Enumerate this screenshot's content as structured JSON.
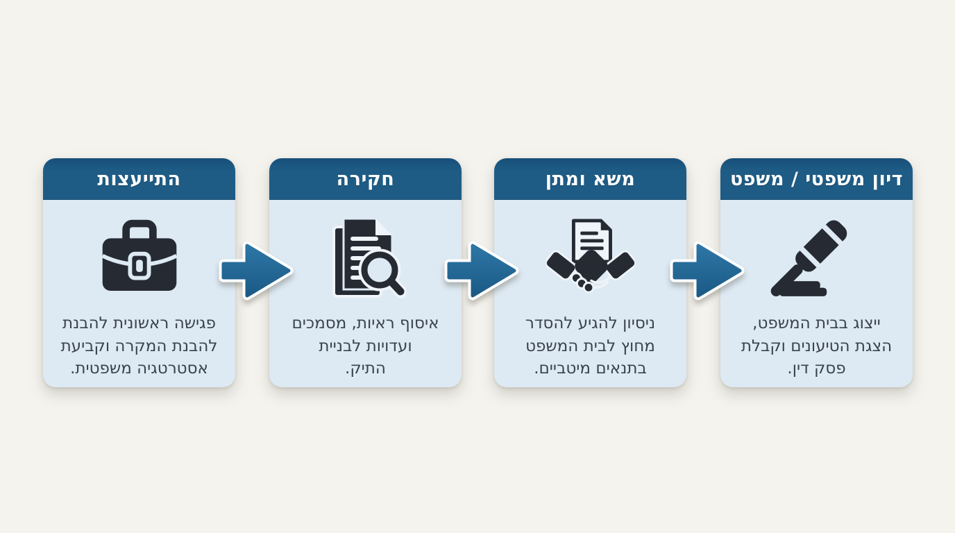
{
  "page": {
    "background_color": "#f5f3ee",
    "language": "he",
    "direction": "rtl"
  },
  "colors": {
    "header_blue": "#1e5c85",
    "card_body_blue": "#dde9f3",
    "icon_charcoal": "#262b33",
    "arrow_blue_top": "#2d76a5",
    "arrow_blue_bottom": "#1b5a86",
    "arrow_outline": "#ffffff",
    "title_text": "#ffffff",
    "description_text": "#39434f"
  },
  "diagram": {
    "type": "process-flow",
    "arrow_direction": "right",
    "stages": [
      {
        "id": "consultation",
        "title": "התייעצות",
        "icon": "briefcase-icon",
        "description": "פגישה ראשונית להבנת\nלהבנת המקרה וקביעת\nאסטרטגיה משפטית."
      },
      {
        "id": "investigation",
        "title": "חקירה",
        "icon": "document-search-icon",
        "description": "איסוף ראיות, מסמכים\nועדויות לבניית\nהתיק."
      },
      {
        "id": "negotiation",
        "title": "משא ומתן",
        "icon": "handshake-icon",
        "description": "ניסיון להגיע להסדר\nמחוץ לבית המשפט\nבתנאים מיטביים."
      },
      {
        "id": "trial",
        "title": "דיון משפטי / משפט",
        "icon": "gavel-icon",
        "description": "ייצוג בבית המשפט,\nהצגת הטיעונים וקבלת\nפסק דין."
      }
    ]
  }
}
